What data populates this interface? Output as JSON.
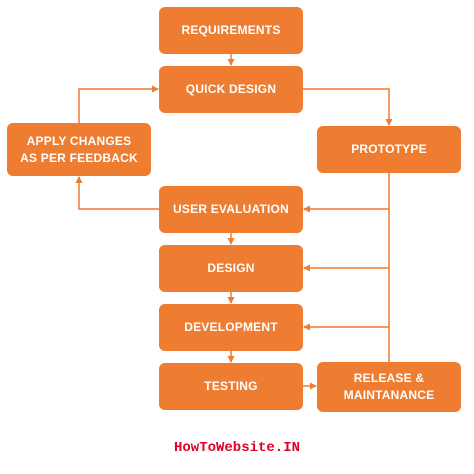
{
  "colors": {
    "box_fill": "#EE7C31",
    "box_text": "#FFFFFF",
    "arrow": "#EE7C31",
    "footer_text": "#E0002A"
  },
  "nodes": {
    "requirements": "REQUIREMENTS",
    "quick_design": "QUICK DESIGN",
    "apply_changes": "APPLY CHANGES\nAS PER FEEDBACK",
    "prototype": "PROTOTYPE",
    "user_evaluation": "USER EVALUATION",
    "design": "DESIGN",
    "development": "DEVELOPMENT",
    "testing": "TESTING",
    "release": "RELEASE &\nMAINTANANCE"
  },
  "footer": {
    "watermark": "HowToWebsite.IN"
  }
}
